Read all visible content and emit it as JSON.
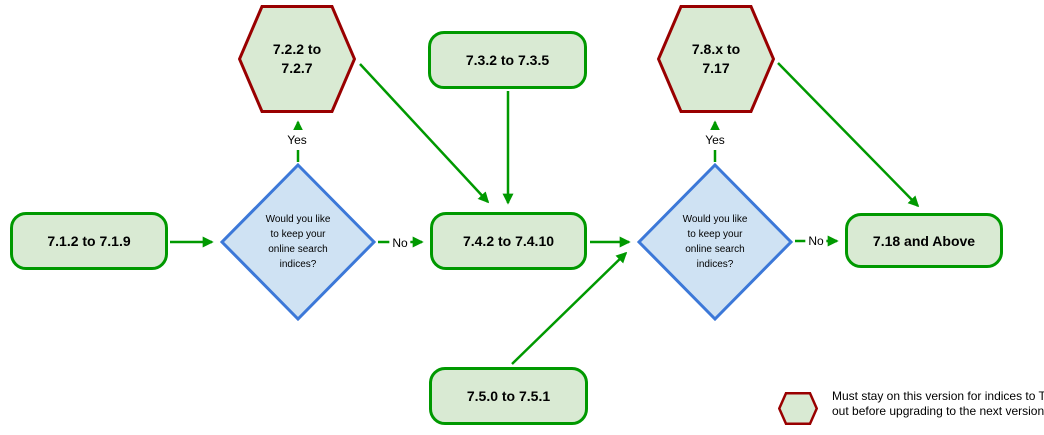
{
  "colors": {
    "green_stroke": "#009900",
    "green_fill": "#d9ead3",
    "red_stroke": "#990000",
    "blue_stroke": "#3c78d8",
    "blue_fill": "#cfe2f3",
    "text_color": "#000000",
    "bg_color": "#ffffff"
  },
  "nodes": {
    "hex_722_727": {
      "label": "7.2.2 to 7.2.7"
    },
    "box_732_735": {
      "label": "7.3.2 to 7.3.5"
    },
    "hex_78x_717": {
      "label": "7.8.x to 7.17"
    },
    "box_712_719": {
      "label": "7.1.2 to 7.1.9"
    },
    "decision_left": {
      "label": "Would you like to keep your online search indices?"
    },
    "box_742_7410": {
      "label": "7.4.2 to 7.4.10"
    },
    "decision_right": {
      "label": "Would you like to keep your online search indices?"
    },
    "box_718_above": {
      "label": "7.18 and Above"
    },
    "box_750_751": {
      "label": "7.5.0 to 7.5.1"
    }
  },
  "edge_labels": {
    "decision_left_yes": "Yes",
    "decision_left_no": "No",
    "decision_right_yes": "Yes",
    "decision_right_no": "No"
  },
  "legend": {
    "line1": "Must stay on this version for indices to TTL",
    "line2": "out before upgrading to the next version."
  }
}
